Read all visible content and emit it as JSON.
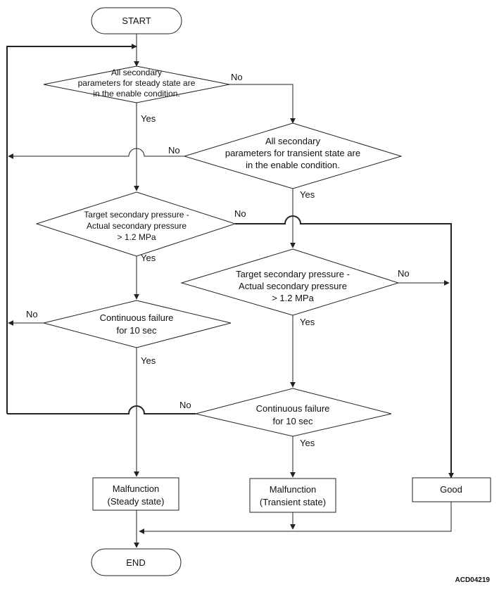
{
  "nodes": {
    "start": "START",
    "end": "END",
    "d1": [
      "All secondary",
      "parameters for steady state are",
      "in the enable condition."
    ],
    "d2": [
      "All secondary",
      "parameters for transient state are",
      "in the enable condition."
    ],
    "d3": [
      "Target secondary pressure -",
      "Actual secondary pressure",
      "> 1.2 MPa"
    ],
    "d4": [
      "Target secondary pressure -",
      "Actual secondary pressure",
      "> 1.2 MPa"
    ],
    "d5": [
      "Continuous failure",
      "for 10 sec"
    ],
    "d6": [
      "Continuous failure",
      "for 10 sec"
    ],
    "r1": [
      "Malfunction",
      "(Steady state)"
    ],
    "r2": [
      "Malfunction",
      "(Transient state)"
    ],
    "r3": "Good"
  },
  "edge_labels": {
    "d1_no": "No",
    "d1_yes": "Yes",
    "d2_no": "No",
    "d2_yes": "Yes",
    "d3_no": "No",
    "d3_yes": "Yes",
    "d4_no": "No",
    "d4_yes": "Yes",
    "d5_no": "No",
    "d5_yes": "Yes",
    "d6_no": "No",
    "d6_yes": "Yes"
  },
  "figure_id": "ACD04219"
}
